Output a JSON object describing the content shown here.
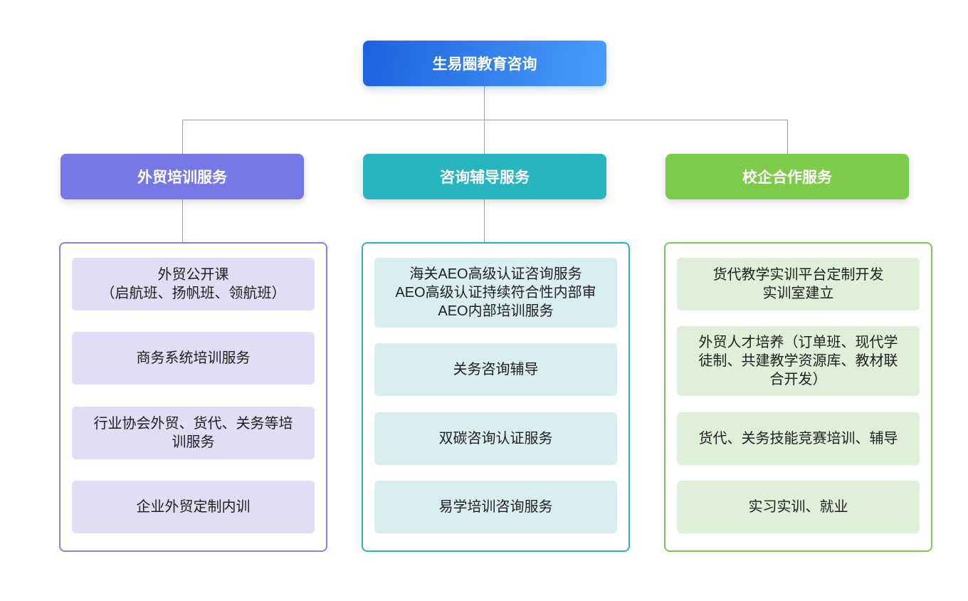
{
  "page": {
    "background": "#ffffff",
    "connector_color": "#99a0a7"
  },
  "root": {
    "label": "生易圈教育咨询",
    "gradient_from": "#1d62e0",
    "gradient_to": "#4a9cfa",
    "text_color": "#ffffff"
  },
  "branches": [
    {
      "label": "外贸培训服务",
      "header_color": "#7678e8",
      "group_border_color": "#8481ee",
      "item_bg_color": "#e0ddf4",
      "items": [
        "外贸公开课\n（启航班、扬帆班、领航班）",
        "商务系统培训服务",
        "行业协会外贸、货代、关务等培\n训服务",
        "企业外贸定制内训"
      ]
    },
    {
      "label": "咨询辅导服务",
      "header_color": "#27b5c0",
      "group_border_color": "#2ab3be",
      "item_bg_color": "#d9eef1",
      "items": [
        "海关AEO高级认证咨询服务\nAEO高级认证持续符合性内部审\nAEO内部培训服务",
        "关务咨询辅导",
        "双碳咨询认证服务",
        "易学培训咨询服务"
      ]
    },
    {
      "label": "校企合作服务",
      "header_color": "#7ccb49",
      "group_border_color": "#7bca4c",
      "item_bg_color": "#def0d8",
      "items": [
        "货代教学实训平台定制开发\n实训室建立",
        "外贸人才培养（订单班、现代学\n徒制、共建教学资源库、教材联\n合开发）",
        "货代、关务技能竞赛培训、辅导",
        "实习实训、就业"
      ]
    }
  ]
}
